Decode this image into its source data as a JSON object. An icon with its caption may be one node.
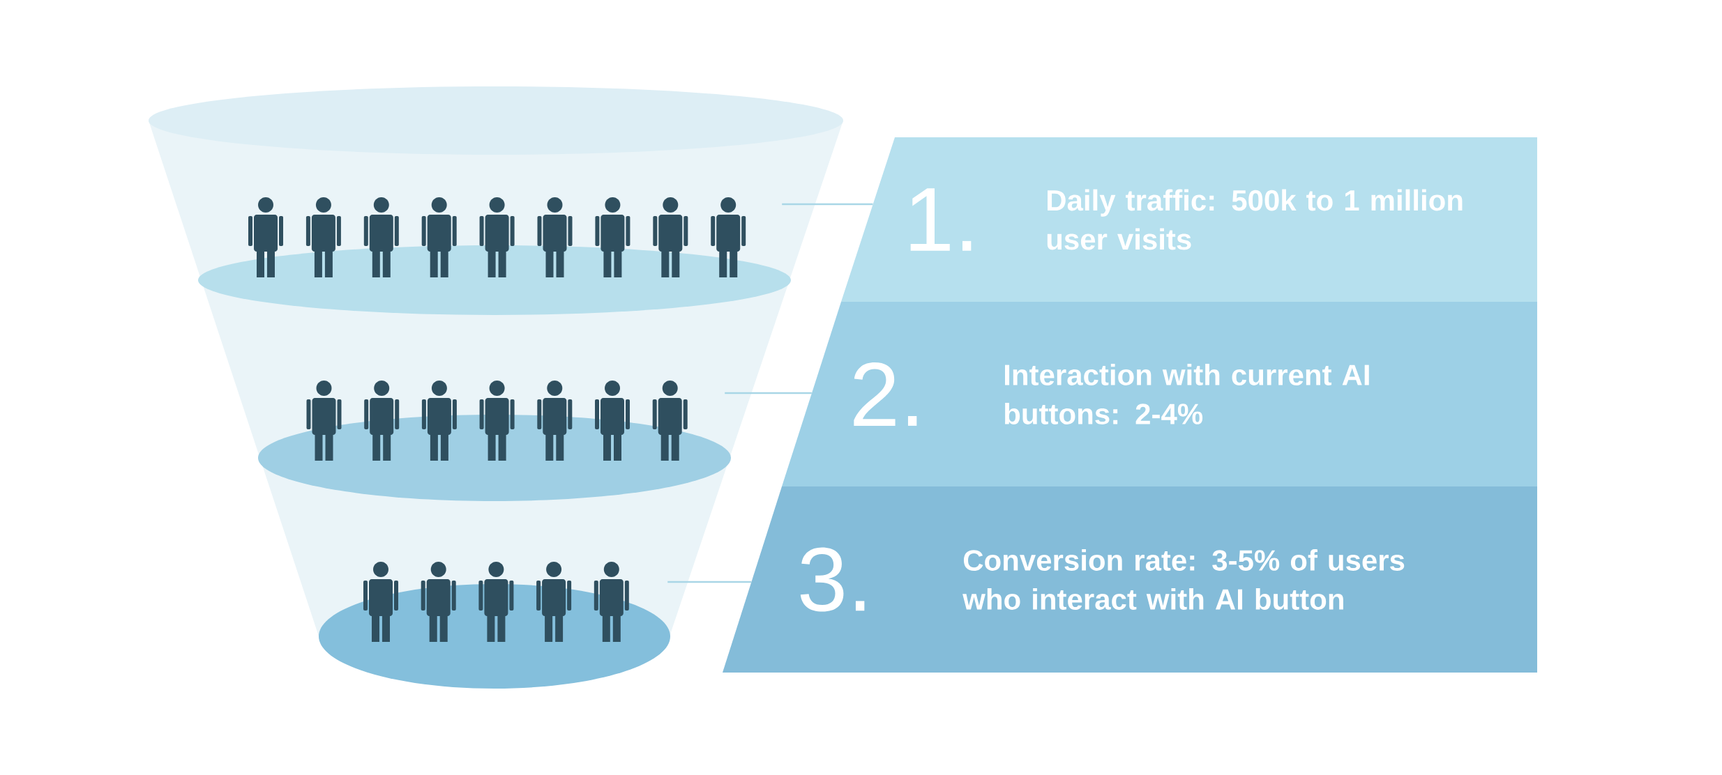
{
  "diagram": {
    "nodes": [
      {
        "text": [],
        "shape": "person"
      },
      {
        "text": [],
        "shape": "person"
      },
      {
        "text": [],
        "shape": "person"
      },
      {
        "text": [
          "1.",
          "Daily traffic: 500k to 1 million user visits"
        ]
      },
      {
        "text": [
          "2.",
          "Interaction with current AI buttons: 2-4%"
        ]
      },
      {
        "text": [
          "3.",
          "Conversion rate: 3-5% of users who interact with AI button"
        ]
      }
    ],
    "edges": [
      {
        "from": 0,
        "to": 3,
        "arrow": "none"
      },
      {
        "from": 1,
        "to": 4,
        "arrow": "none"
      },
      {
        "from": 2,
        "to": 5,
        "arrow": "none"
      }
    ]
  }
}
